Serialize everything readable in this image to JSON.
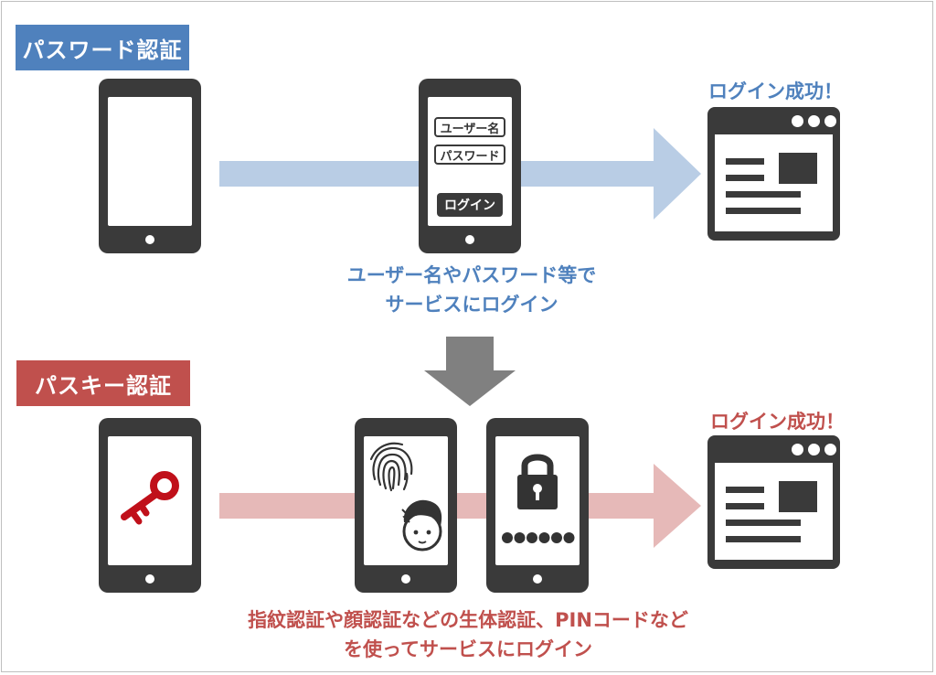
{
  "password_section": {
    "label": "パスワード認証",
    "username_field": "ユーザー名",
    "password_field": "パスワード",
    "login_button": "ログイン",
    "success": "ログイン成功！",
    "caption_line1": "ユーザー名やパスワード等で",
    "caption_line2": "サービスにログイン"
  },
  "passkey_section": {
    "label": "パスキー認証",
    "success": "ログイン成功！",
    "caption_line1": "指紋認証や顔認証などの生体認証、PINコードなど",
    "caption_line2": "を使ってサービスにログイン"
  },
  "colors": {
    "password_accent": "#4f81bd",
    "password_arrow": "#b9cde5",
    "passkey_accent": "#c0504d",
    "passkey_arrow": "#e6b9b8",
    "device": "#3a3a3a",
    "transition_arrow": "#808080"
  },
  "icons": [
    "phone-icon",
    "browser-window-icon",
    "key-icon",
    "fingerprint-icon",
    "face-icon",
    "lock-icon",
    "down-arrow-icon"
  ]
}
